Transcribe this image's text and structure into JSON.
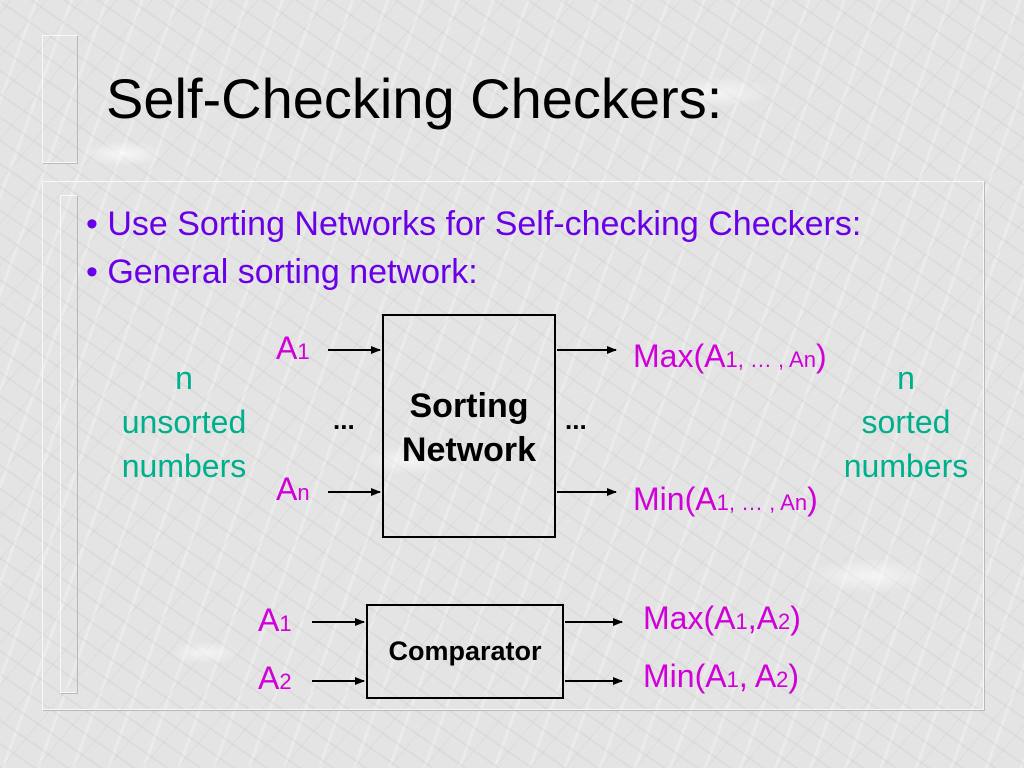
{
  "title": "Self-Checking Checkers:",
  "bullets": [
    "• Use Sorting Networks for Self-checking Checkers:",
    "• General sorting network:"
  ],
  "sorting_network": {
    "box_label_line1": "Sorting",
    "box_label_line2": "Network",
    "input_first": {
      "base": "A",
      "sub": "1"
    },
    "input_last": {
      "base": "A",
      "sub": "n"
    },
    "ellipsis_left": "...",
    "ellipsis_right": "...",
    "output_max": {
      "pre": "Max(A",
      "s1": "1",
      "mid": ", … , A",
      "s2": "n",
      "post": ")"
    },
    "output_min": {
      "pre": "Min(A",
      "s1": "1",
      "mid": ", … , A",
      "s2": "n",
      "post": ")"
    },
    "left_note": [
      "n",
      "unsorted",
      "numbers"
    ],
    "right_note": [
      "n",
      "sorted",
      "numbers"
    ]
  },
  "comparator": {
    "box_label": "Comparator",
    "input_1": {
      "base": "A",
      "sub": "1"
    },
    "input_2": {
      "base": "A",
      "sub": "2"
    },
    "output_max": {
      "pre": "Max(A",
      "s1": "1",
      "mid": ",A",
      "s2": "2",
      "post": ")"
    },
    "output_min": {
      "pre": "Min(A",
      "s1": "1",
      "mid": ", A",
      "s2": "2",
      "post": ")"
    }
  },
  "colors": {
    "title": "#000000",
    "bullet": "#6a00e8",
    "labels": "#d000d8",
    "notes": "#00b08c"
  }
}
